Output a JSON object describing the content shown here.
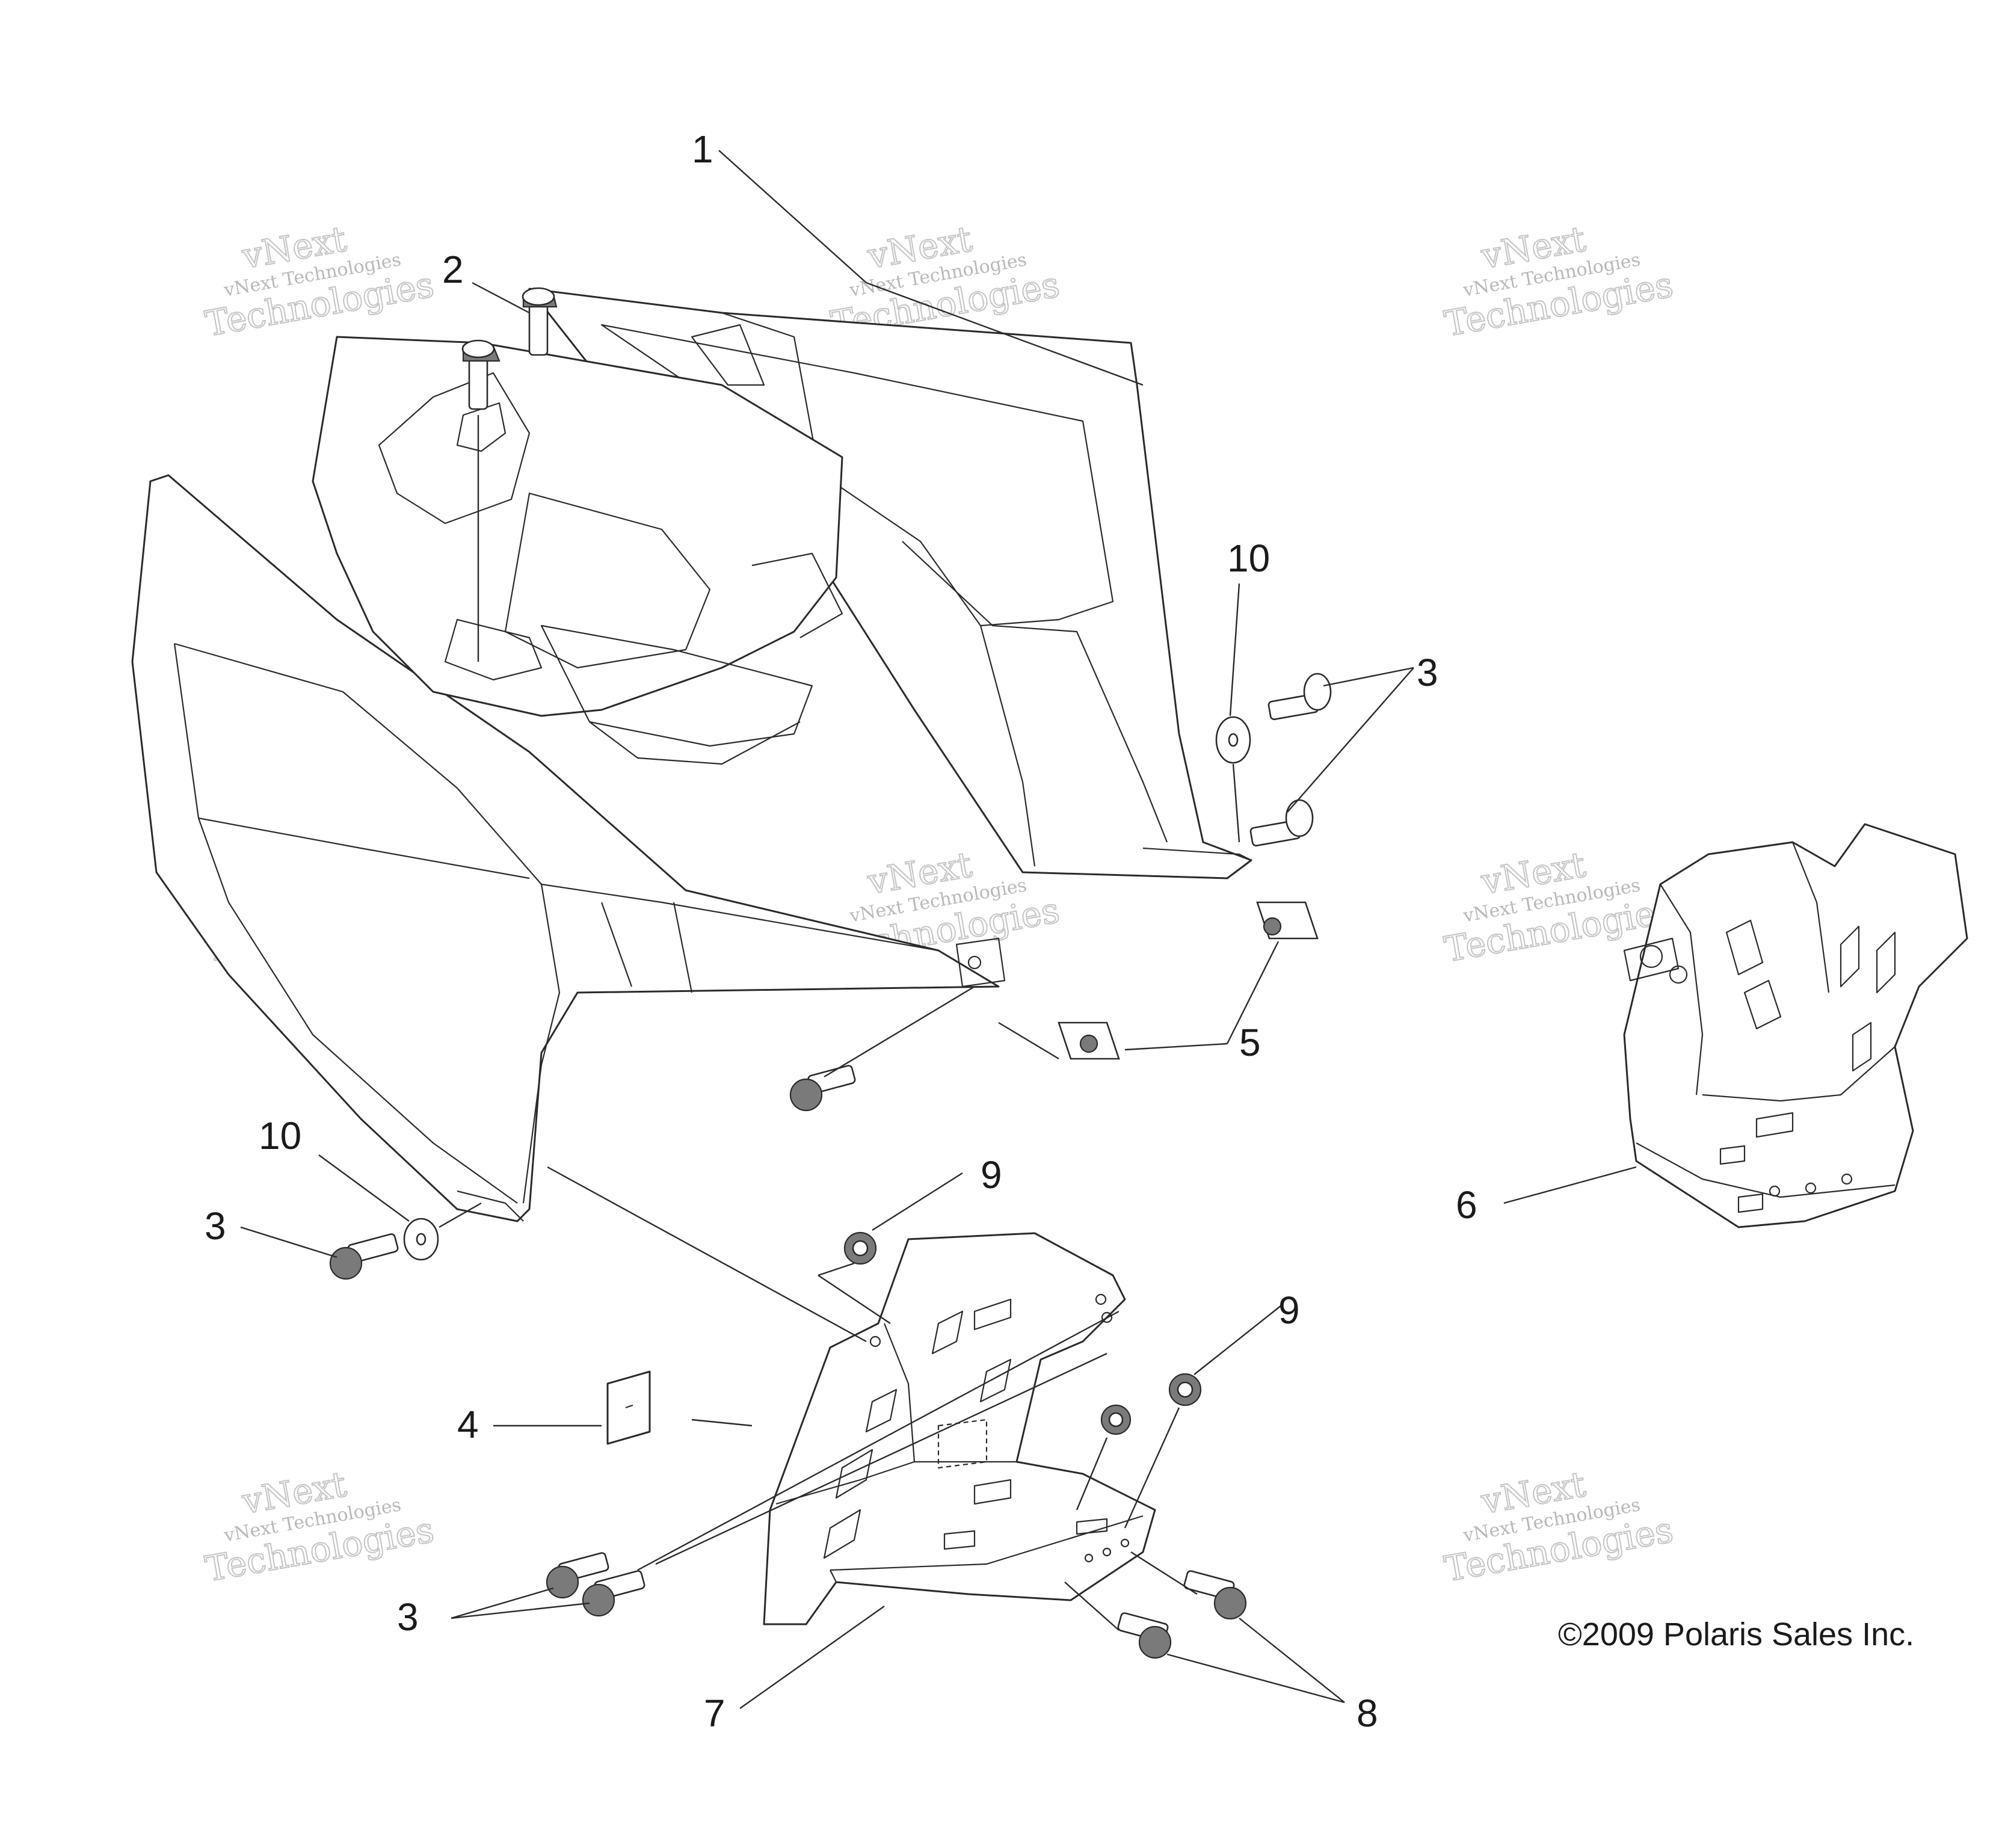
{
  "diagram": {
    "callouts": {
      "c1": "1",
      "c2": "2",
      "c3a": "3",
      "c3b": "3",
      "c3c": "3",
      "c4": "4",
      "c5": "5",
      "c6": "6",
      "c7": "7",
      "c8": "8",
      "c9a": "9",
      "c9b": "9",
      "c10a": "10",
      "c10b": "10"
    },
    "copyright": "©2009 Polaris Sales Inc.",
    "watermark": {
      "line1": "vNext Technologies",
      "line2": "vNext",
      "line3": "Technologies"
    }
  }
}
